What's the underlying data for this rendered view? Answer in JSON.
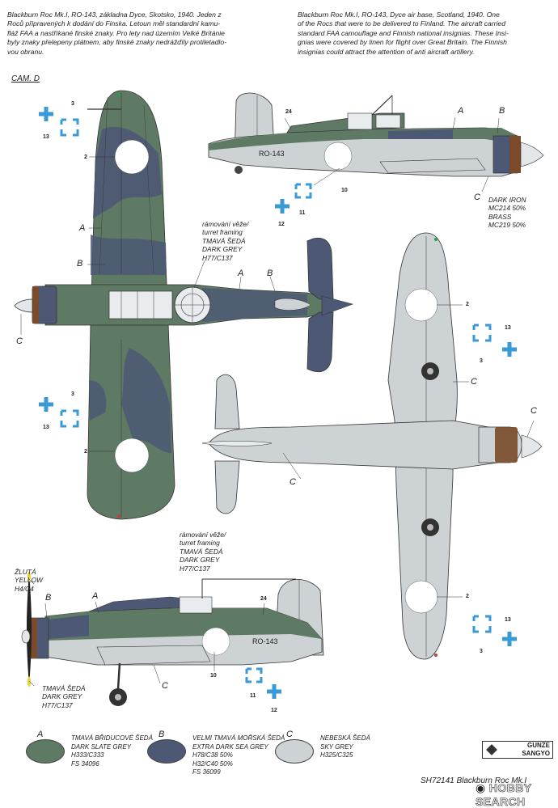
{
  "descriptions": {
    "czech": [
      "Blackburn Roc Mk.I, RO-143, základna Dyce, Skotsko, 1940. Jeden z",
      "Roců připravených k dodání do Finska. Letoun měl standardní kamu-",
      "fláž FAA a nastříkané finské znaky. Pro lety nad územím Velké Británie",
      "byly znaky přelepeny plátnem, aby finské znaky nedrážďily protiletadlo-",
      "vou obranu."
    ],
    "english": [
      "Blackburn Roc Mk.I, RO-143, Dyce air base, Scotland, 1940. One",
      "of the Rocs that were to be delivered to Finland. The aircraft carried",
      "standard FAA camouflage and Finnish national insignias. These Insi-",
      "gnias were covered by linen for flight over Great Britain. The Finnish",
      "insignias could attract the attention of anti aircraft artillery."
    ]
  },
  "camouflage_label": "CAM. D",
  "aircraft_code": "RO-143",
  "callouts": {
    "turret_frame_top": [
      "rámování věže/",
      "turret framing",
      "TMAVÁ ŠEDÁ",
      "DARK GREY",
      "H77/C137"
    ],
    "turret_frame_bottom": [
      "rámování věže/",
      "turret framing",
      "TMAVÁ ŠEDÁ",
      "DARK GREY",
      "H77/C137"
    ],
    "spinner_top": [
      "DARK IRON",
      "MC214 50%",
      "BRASS",
      "MC219 50%"
    ],
    "tip_yellow": [
      "ŽLUTÁ",
      "YELLOW",
      "H4/C4"
    ],
    "prop_grey": [
      "TMAVÁ ŠEDÁ",
      "DARK GREY",
      "H77/C137"
    ]
  },
  "letters": {
    "a": "A",
    "b": "B",
    "c": "C"
  },
  "numbers": {
    "n2": "2",
    "n3": "3",
    "n10": "10",
    "n11": "11",
    "n12": "12",
    "n13": "13",
    "n24": "24"
  },
  "legend": [
    {
      "letter": "A",
      "color": "#5f7a64",
      "lines": [
        "TMAVÁ BŘIDUCOVÉ ŠEDÁ",
        "DARK SLATE GREY",
        "H333/C333",
        "FS 34096"
      ]
    },
    {
      "letter": "B",
      "color": "#4c5874",
      "lines": [
        "VELMI TMAVÁ MOŘSKÁ ŠEDÁ",
        "EXTRA DARK SEA GREY",
        "H78/C38 50%",
        "H32/C40 50%",
        "FS 36099"
      ]
    },
    {
      "letter": "C",
      "color": "#cdd2d5",
      "lines": [
        "NEBESKÁ ŠEDÁ",
        "SKY GREY",
        "H325/C325"
      ]
    }
  ],
  "brand": {
    "line1": "GUNZE",
    "line2": "SANGYO"
  },
  "footer": {
    "product": "SH72141 Blackburn Roc Mk.I",
    "watermark": "HOBBY SEARCH"
  },
  "colors": {
    "slate": "#5f7a64",
    "sea": "#4c5874",
    "sky": "#cdd2d5",
    "finnish_blue": "#3a9ad6",
    "cowl_brown": "#7a4a2a"
  }
}
